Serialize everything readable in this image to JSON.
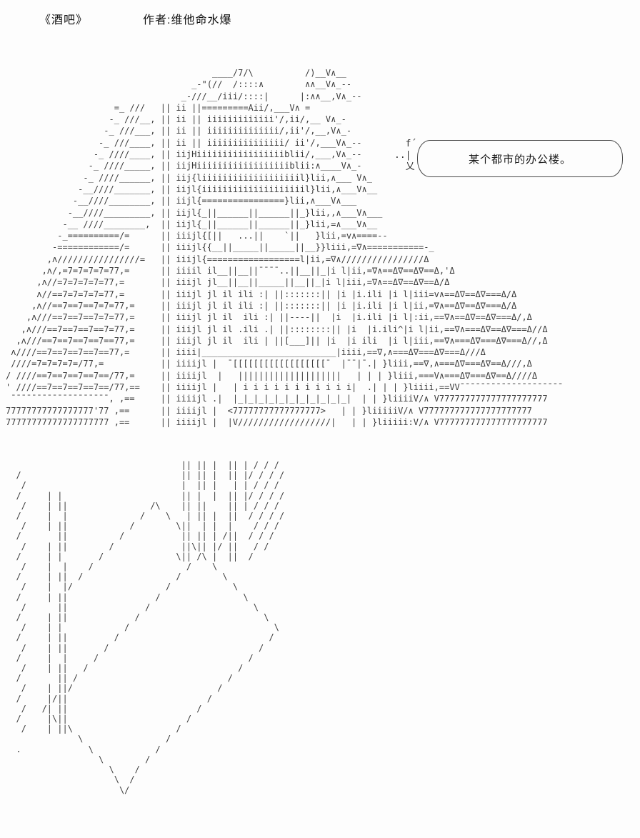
{
  "page": {
    "background": "#fdfdfd",
    "art_color": "#3c3c3c",
    "text_color": "#111111",
    "bubble_border_color": "#4a4a4a"
  },
  "header": {
    "title": "《酒吧》",
    "author": "作者:维他命水爆"
  },
  "bubble": {
    "text": "某个都市的办公楼。",
    "tail": [
      "  f´",
      "..|",
      "  乂"
    ]
  },
  "art": {
    "building": [
      "                                        ____/7/\\          /)__V∧__",
      "                                    _-\"(//  /::::∧        ∧∧__V∧_--",
      "                                  _-///__/iii/::::|      |:∧∧__,V∧_--",
      "                     =_ ///   || ii ||=========Aii/,___V∧ =",
      "                    -_ ///__, || ii || iiiiiiiiiiiii'/,ii/,__ V∧_-",
      "                   -_ ///___, || ii || iiiiiiiiiiiiii/,ii'/,__,V∧_-",
      "                  -_ ///____, || ii || iiiiiiiiiiiiiii/ ii'/,___V∧_--",
      "                 -_ ////____, || iijHiiiiiiiiiiiiiiiiiblii/,___,V∧_--",
      "                -_ ////_____, || iijHiiiiiiiiiiiiiiiiiiblii:∧____V∧_-",
      "               -_ ////______, || iij{liiiiiiiiiiiiiiiiiiil}lii,∧___ V∧_",
      "              -__////_______, || iijl{iiiiiiiiiiiiiiiiiiiil}lii,∧___V∧__",
      "             -__////________, || iijl{================}lii,∧___V∧___",
      "            -__////_________, || iijl{_||______||______||_}lii,,∧___V∧___",
      "           -__ ////________,  || iijl{_||______||______||_}lii,=∧___V∧__",
      "          -_==========/=      || iiijl{[||   ...||    `||   }lii,=v∧====--",
      "         -============/=      || iiijl{{__||_____||_____||__}}liii,=∇∧===========-_",
      "        ,ʌ////////////////=   || iiijl{==================l|ii,=∇∧////////////////Δ",
      "       ,ʌ/,=7=7=7=7=77,=      || iiiil il__||__||¯¯¯¯..||__||_|i l|ii,=∇∧==Δ∇==Δ∇==Δ,'Δ",
      "      ,ʌ//=7=7=7=7=77,=       || iiijl jl__||__||_____||__||_|i l|iii,=∇∧==Δ∇==Δ∇==Δ/Δ",
      "      ʌ//==7=7=7=7=77,=       || iiijl jl il ili :| ||:::::::|| |i |i.ili |i l|iii=v∧==Δ∇==Δ∇===Δ/Δ",
      "     ,ʌ//==7==7==7=7=77,=     || iiijl jl il ili :| ||:::::::|| |i |i.ili |i l|ii,=∇∧==Δ∇==Δ∇===Δ/Δ",
      "    ,ʌ///==7==7==7=7=77,=     || iiijl jl il  ili :| ||----||  |i  |i.ili |i l|:ii,==∇∧==Δ∇==Δ∇===Δ/,Δ",
      "   ,ʌ///==7==7==7==7=77,=     || iiijl jl il .ili .| ||::::::::|| |i  |i.ili^|i l|ii,==∇∧===Δ∇==Δ∇===Δ//Δ",
      "  ,ʌ///==7==7==7==7==77,=     || iiijl jl il  ili | ||[___]|| |i  |i ili  |i l|iii,==∇∧===Δ∇===Δ∇===Δ//,Δ",
      " ʌ////==7==7==7==7==77,=      || iiii|__________________________|iiii,==∇,∧===Δ∇===Δ∇===Δ///Δ",
      " ////=7=7=7=7=/77,=           || iiiijl |  ¯[[[[[[[[[[[[[[[[[[¯  |¯¯|¯.| }liii,==∇,∧===Δ∇===Δ∇==Δ///,Δ",
      "/ ////==7==7==7==7==/77,=     || iiiijl  |   ||||||||||||||||||||   | | | }liii,===V∧===Δ∇===Δ∇==Δ////Δ",
      "' ////==7==7==7==7==/77,==    || iiiijl |   | i i i i i i i i i i i|  .| | | }liiii,==VV¯¯¯¯¯¯¯¯¯¯¯¯¯¯¯¯¯¯¯¯",
      " ¯¯¯¯¯¯¯¯¯¯¯¯¯¯¯¯¯¯¯, ,==     || iiiijl .|  |_|_|_|_|_|_|_|_|_|_|_|  | | }liiiiV/∧ V777777777777777777777",
      "77777777777777777'77 ,==      || iiiijl |  <77777777777777777>   | | }liiiiiV/∧ V777777777777777777777",
      "77777777777777777777 ,==      || iiiijl |  |V//////////////////|   | | }liiiii:V/∧ V777777777777777777777"
    ],
    "interior": [
      "                                  || || |  || | / / /",
      "  /                               || || |  || |/ / / /",
      "   /                              |  || |   | | / / /",
      "  /     | |                       || |  |  || |/ / / /",
      "   /    | ||                /\\    || ||    || | / / /",
      "  /     |  |              /    \\   | || |  ||  / / / /",
      "   /    | ||            /        \\||  | |  |    / / /",
      "  /       ||          /           || || | /||  / / /",
      "   /    | ||        /             ||\\|| |/ ||   / /",
      "  /     | |       /              \\|| /\\ |  ||  /",
      "   /    |  |    /                  /    \\",
      "  /     | ||  /                  /        \\",
      "   /    |  |/                  /            \\",
      "  /     | ||                 /                \\",
      "   /      ||               /                    \\",
      "  /     | ||             /                        \\",
      "   /    | |            /                            \\",
      "  /     | ||         /                             /",
      "   /    | ||       /                             /",
      "  /     |  |     /                             /",
      "   /    | ||   /                             /",
      "  /       || /                             /",
      "   /    | ||/                            /",
      "  /     |/||                           /",
      "   /   /| ||                         /",
      "  /     |\\||                       /",
      "   /    | ||\\                    /",
      "              \\                /",
      "  .             \\            /",
      "                  \\        /",
      "                    \\    /",
      "                     \\  /",
      "                      \\/"
    ]
  }
}
